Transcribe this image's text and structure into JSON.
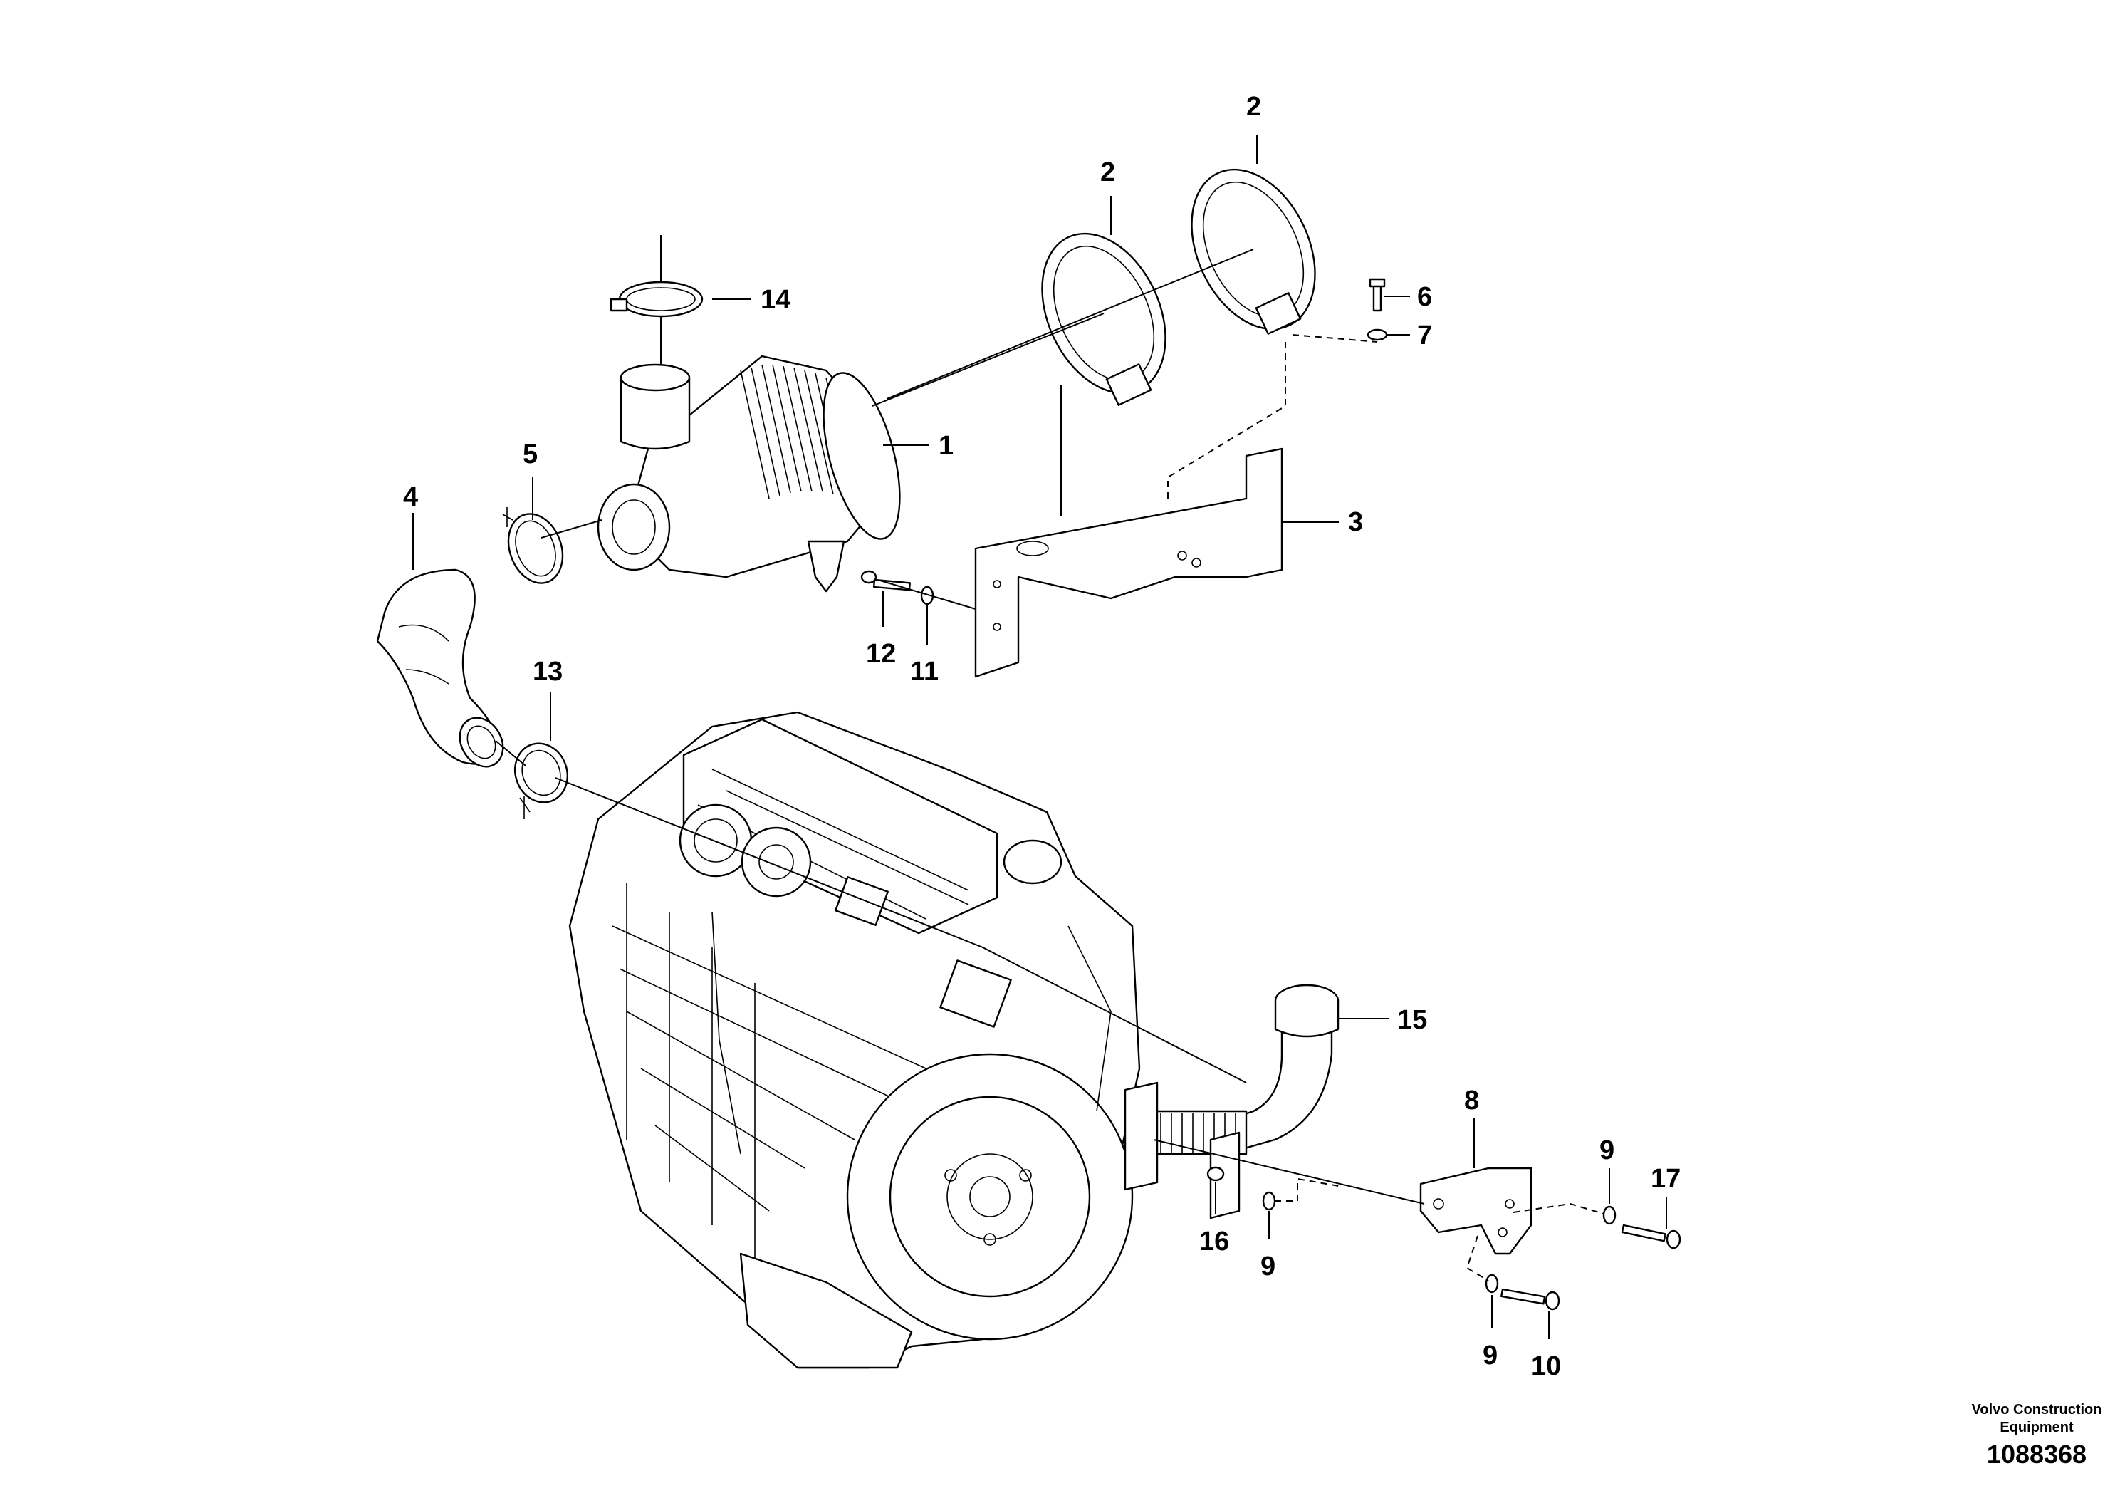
{
  "callouts": [
    {
      "id": "c1",
      "label": "1"
    },
    {
      "id": "c2a",
      "label": "2"
    },
    {
      "id": "c2b",
      "label": "2"
    },
    {
      "id": "c3",
      "label": "3"
    },
    {
      "id": "c4",
      "label": "4"
    },
    {
      "id": "c5",
      "label": "5"
    },
    {
      "id": "c6",
      "label": "6"
    },
    {
      "id": "c7",
      "label": "7"
    },
    {
      "id": "c8",
      "label": "8"
    },
    {
      "id": "c9a",
      "label": "9"
    },
    {
      "id": "c9b",
      "label": "9"
    },
    {
      "id": "c9c",
      "label": "9"
    },
    {
      "id": "c10",
      "label": "10"
    },
    {
      "id": "c11",
      "label": "11"
    },
    {
      "id": "c12",
      "label": "12"
    },
    {
      "id": "c13",
      "label": "13"
    },
    {
      "id": "c14",
      "label": "14"
    },
    {
      "id": "c15",
      "label": "15"
    },
    {
      "id": "c16",
      "label": "16"
    },
    {
      "id": "c17",
      "label": "17"
    }
  ],
  "credit": {
    "line1": "Volvo Construction",
    "line2": "Equipment"
  },
  "document_number": "1088368"
}
